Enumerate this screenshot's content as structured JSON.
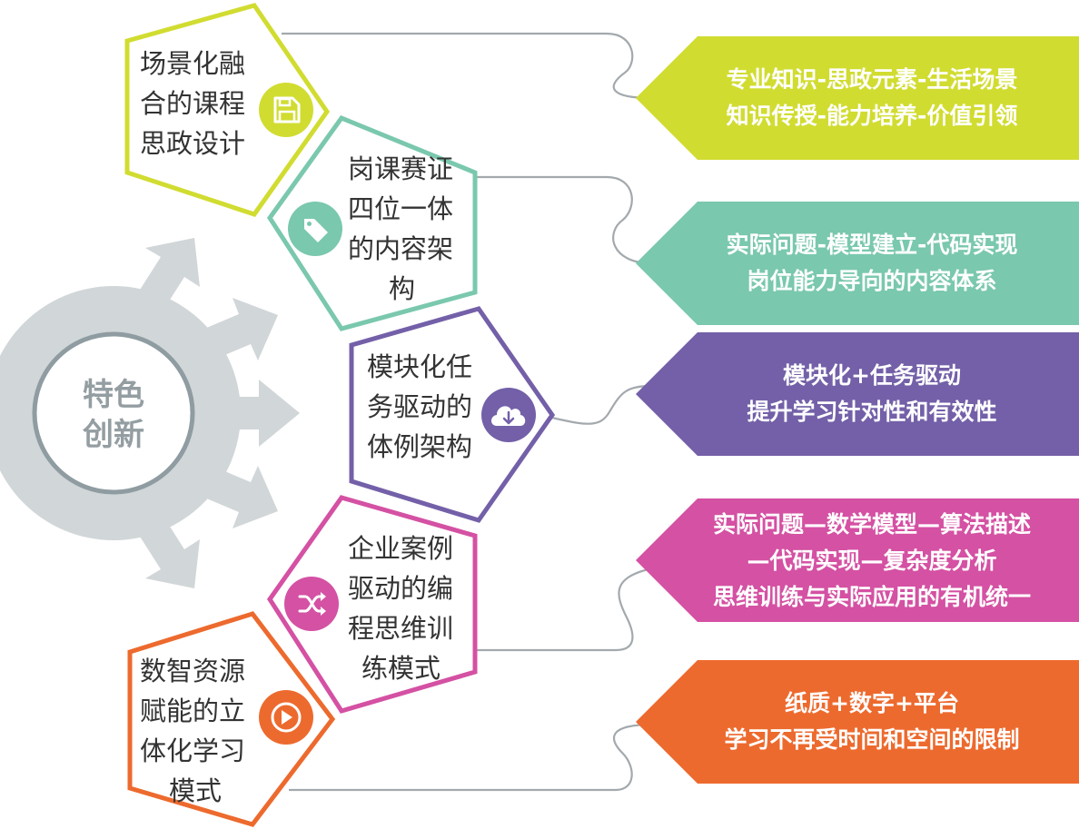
{
  "hub": {
    "label_lines": [
      "特色",
      "创新"
    ]
  },
  "colors": {
    "hub_ring": "#d1d6d8",
    "hub_inner": "#8f9ca1",
    "hub_text": "#949ea2",
    "connector": "#a3a9ad"
  },
  "items": [
    {
      "color": "#d1dc31",
      "icon": "save-icon",
      "title_lines": [
        "场景化融",
        "合的课程",
        "思政设计"
      ],
      "desc_lines": [
        "专业知识-思政元素-生活场景",
        "知识传授-能力培养-价值引领"
      ]
    },
    {
      "color": "#7ac8ae",
      "icon": "tag-icon",
      "title_lines": [
        "岗课赛证",
        "四位一体",
        "的内容架",
        "构"
      ],
      "desc_lines": [
        "实际问题-模型建立-代码实现",
        "岗位能力导向的内容体系"
      ]
    },
    {
      "color": "#7360a8",
      "icon": "cloud-download-icon",
      "title_lines": [
        "模块化任",
        "务驱动的",
        "体例架构"
      ],
      "desc_lines": [
        "模块化+任务驱动",
        "提升学习针对性和有效性"
      ]
    },
    {
      "color": "#d451a3",
      "icon": "shuffle-icon",
      "title_lines": [
        "企业案例",
        "驱动的编",
        "程思维训",
        "练模式"
      ],
      "desc_lines": [
        "实际问题—数学模型—算法描述",
        "—代码实现—复杂度分析",
        "思维训练与实际应用的有机统一"
      ]
    },
    {
      "color": "#ed6a2e",
      "icon": "play-icon",
      "title_lines": [
        "数智资源",
        "赋能的立",
        "体化学习",
        "模式"
      ],
      "desc_lines": [
        "纸质+数字+平台",
        "学习不再受时间和空间的限制"
      ]
    }
  ]
}
